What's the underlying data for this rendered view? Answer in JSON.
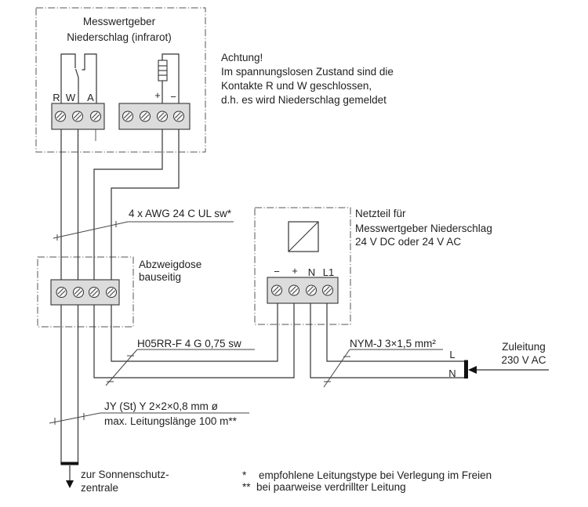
{
  "sensor": {
    "title_line1": "Messwertgeber",
    "title_line2": "Niederschlag (infrarot)",
    "contact_labels": [
      "R",
      "W",
      "A"
    ],
    "supply_labels": [
      "+",
      "−"
    ]
  },
  "warning": {
    "lines": [
      "Achtung!",
      "Im spannungslosen Zustand sind die",
      "Kontakte R und W geschlossen,",
      "d.h. es wird Niederschlag gemeldet"
    ]
  },
  "cable_sensor": {
    "label": "4 x AWG 24 C UL sw*"
  },
  "junction_box": {
    "line1": "Abzweigdose",
    "line2": "bauseitig"
  },
  "power_supply": {
    "lines": [
      "Netzteil für",
      "Messwertgeber Niederschlag",
      "24 V DC oder 24 V AC"
    ],
    "terminal_labels": [
      "−",
      "+",
      "N",
      "L1"
    ]
  },
  "cable_psu": {
    "label": "H05RR-F 4 G 0,75 sw"
  },
  "cable_mains": {
    "label": "NYM-J 3×1,5 mm²"
  },
  "mains": {
    "L": "L",
    "N": "N",
    "line1": "Zuleitung",
    "line2": "230 V AC"
  },
  "cable_control": {
    "line1": "JY (St) Y 2×2×0,8 mm ø",
    "line2": "max. Leitungslänge 100 m**"
  },
  "destination": {
    "line1": "zur Sonnenschutz-",
    "line2": "zentrale"
  },
  "footnotes": [
    {
      "mark": "*",
      "text": "empfohlene Leitungstype bei Verlegung im Freien"
    },
    {
      "mark": "**",
      "text": "bei paarweise verdrillter Leitung"
    }
  ]
}
